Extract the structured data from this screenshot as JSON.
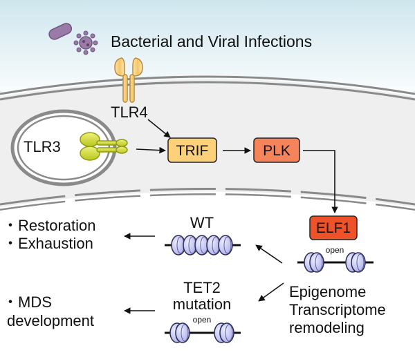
{
  "title": "Bacterial and Viral Infections",
  "receptors": {
    "tlr4": "TLR4",
    "tlr3": "TLR3"
  },
  "signaling": {
    "trif": "TRIF",
    "plk": "PLK",
    "elf1": "ELF1"
  },
  "chromatin": {
    "open_label": "open",
    "open_label_tet2": "open"
  },
  "genotypes": {
    "wt": "WT",
    "tet2_line1": "TET2",
    "tet2_line2": "mutation"
  },
  "remodeling": {
    "line1": "Epigenome",
    "line2": "Transcriptome",
    "line3": "remodeling"
  },
  "outcomes": {
    "wt_1": "・Restoration",
    "wt_2": "・Exhaustion",
    "mut_1": "・MDS",
    "mut_2": "development"
  },
  "colors": {
    "trif_fill": "#fdd17a",
    "plk_fill": "#f5845a",
    "elf1_fill": "#ee5228",
    "tlr4_fill": "#fcd98a",
    "tlr3_fill": "#d6e233",
    "nucleosome_fill": "#c4c6f2",
    "pathogen_fill": "#9a7ba8",
    "membrane": "#8a8a8a",
    "cytoplasm": "#efefef"
  },
  "icons": [
    "bacterium-icon",
    "virus-icon",
    "tlr4-receptor-icon",
    "tlr3-receptor-icon",
    "nucleosome-icon"
  ]
}
